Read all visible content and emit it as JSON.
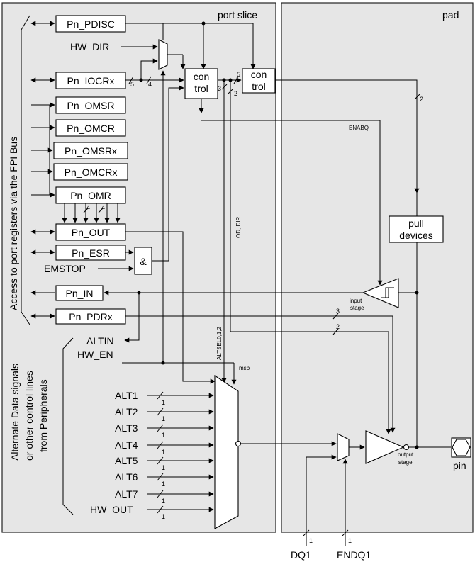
{
  "sections": {
    "port_slice": "port slice",
    "pad": "pad"
  },
  "side_labels": {
    "fpi_access": "Access to port registers via the FPI Bus",
    "alt_line1": "Alternate Data signals",
    "alt_line2": "or other control lines",
    "alt_line3": "from Peripherals"
  },
  "registers": {
    "pdisc": "Pn_PDISC",
    "iocr": "Pn_IOCRx",
    "omsr": "Pn_OMSR",
    "omcr": "Pn_OMCR",
    "omsrx": "Pn_OMSRx",
    "omcrx": "Pn_OMCRx",
    "omr": "Pn_OMR",
    "out": "Pn_OUT",
    "esr": "Pn_ESR",
    "in": "Pn_IN",
    "pdr": "Pn_PDRx"
  },
  "signals": {
    "hw_dir": "HW_DIR",
    "emstop": "EMSTOP",
    "altin": "ALTIN",
    "hw_en": "HW_EN",
    "enabq": "ENABQ",
    "od_dir": "OD, DIR",
    "altsel": "ALTSEL0,1,2",
    "msb": "msb",
    "alt1": "ALT1",
    "alt2": "ALT2",
    "alt3": "ALT3",
    "alt4": "ALT4",
    "alt5": "ALT5",
    "alt6": "ALT6",
    "alt7": "ALT7",
    "hw_out": "HW_OUT",
    "dq1": "DQ1",
    "endq1": "ENDQ1",
    "pin": "pin"
  },
  "blocks": {
    "control1_l1": "con",
    "control1_l2": "trol",
    "control2_l1": "con",
    "control2_l2": "trol",
    "pull_l1": "pull",
    "pull_l2": "devices",
    "and_gate": "&",
    "input_stage_l1": "input",
    "input_stage_l2": "stage",
    "output_stage_l1": "output",
    "output_stage_l2": "stage"
  },
  "bus_widths": {
    "iocr_to_ctrl": "5",
    "iocr_to_mux": "4",
    "ctrl1_to_ctrl2": "5",
    "ctrl_to_od": "3",
    "ctrl_to_altsel": "2",
    "pad_bus": "2",
    "omr_a": "4",
    "omr_b": "4",
    "pdr_a": "3",
    "pdr_b": "2",
    "alt_in": "1",
    "dq1": "1",
    "endq1": "1"
  }
}
